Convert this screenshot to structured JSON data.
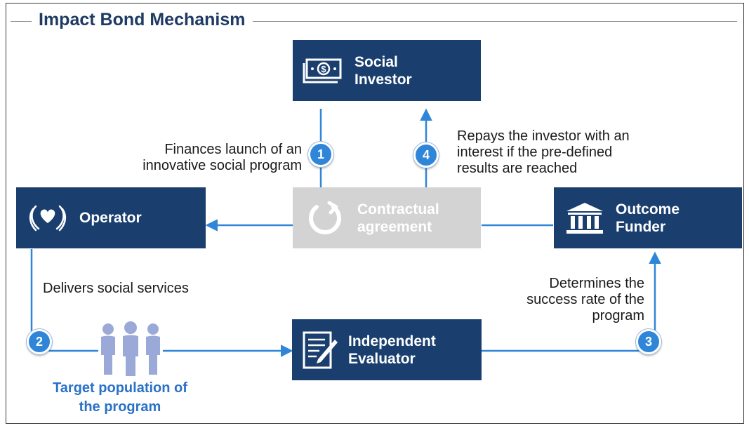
{
  "title": "Impact Bond Mechanism",
  "boxes": {
    "social_investor": {
      "line1": "Social",
      "line2": "Investor"
    },
    "operator": {
      "label": "Operator"
    },
    "contract": {
      "line1": "Contractual",
      "line2": "agreement"
    },
    "outcome_funder": {
      "line1": "Outcome",
      "line2": "Funder"
    },
    "evaluator": {
      "line1": "Independent",
      "line2": "Evaluator"
    }
  },
  "steps": {
    "s1": {
      "number": "1",
      "text_line1": "Finances launch of an",
      "text_line2": "innovative social program"
    },
    "s2": {
      "number": "2",
      "text": "Delivers social services"
    },
    "s3": {
      "number": "3",
      "text_line1": "Determines the",
      "text_line2": "success rate of the",
      "text_line3": "program"
    },
    "s4": {
      "number": "4",
      "text_line1": "Repays the investor with an",
      "text_line2": "interest if the pre-defined",
      "text_line3": "results are reached"
    }
  },
  "target_population": {
    "line1": "Target population of",
    "line2": "the program"
  },
  "colors": {
    "box": "#1a3f6f",
    "contract": "#d3d3d3",
    "arrow": "#2f86d8",
    "accent_text": "#2a72c7",
    "people": "#9aa9d8"
  },
  "icons": [
    "money-icon",
    "caring-hands-icon",
    "cycle-icon",
    "bank-icon",
    "document-pen-icon",
    "people-icon"
  ]
}
